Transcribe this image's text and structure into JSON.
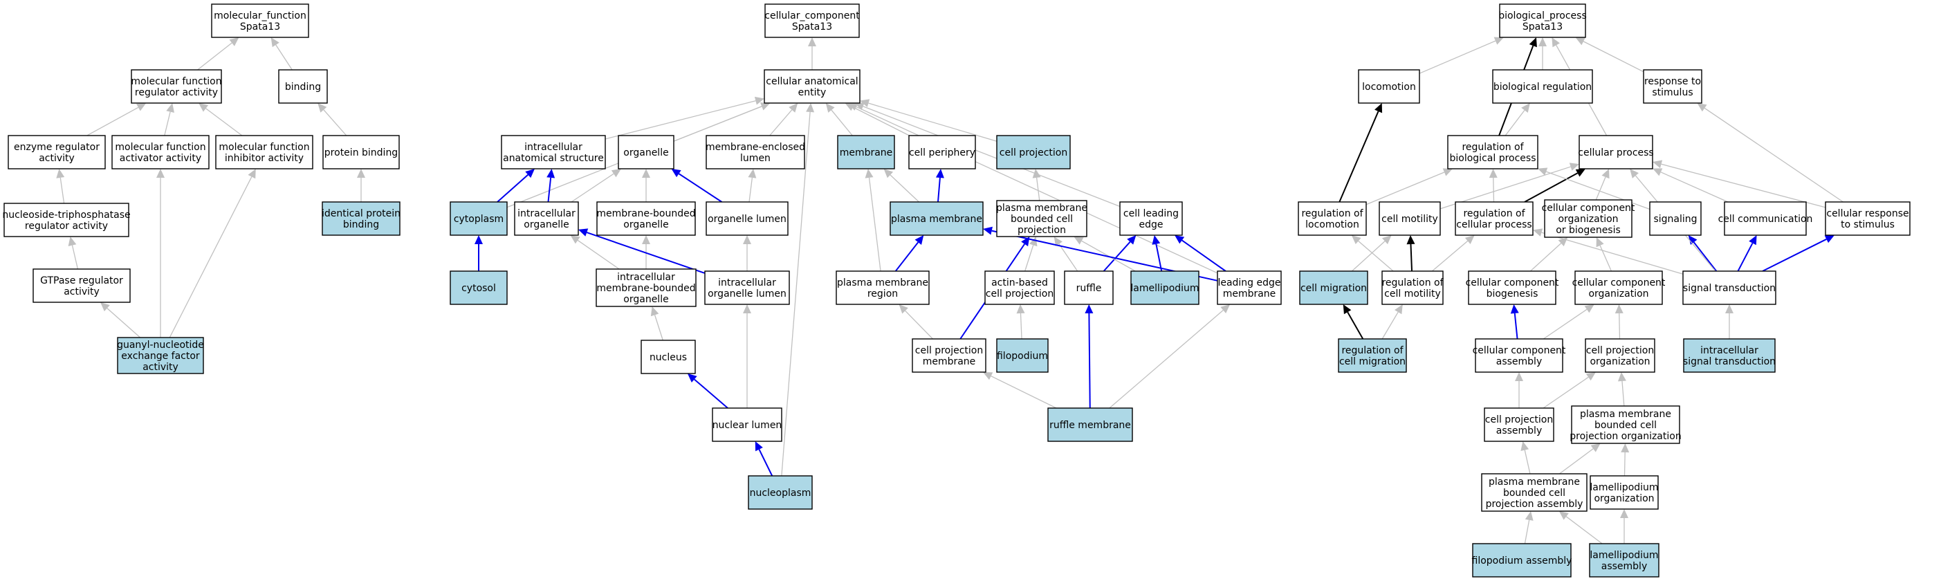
{
  "colors": {
    "annotated": "#add8e6",
    "plain": "#ffffff",
    "edge_gray": "#c0c0c0",
    "edge_blue": "#0000ee",
    "edge_black": "#000000"
  },
  "nodes": {
    "mf_root": {
      "lines": [
        "molecular_function",
        "Spata13"
      ],
      "annotated": false
    },
    "mf_mfra": {
      "lines": [
        "molecular function",
        "regulator activity"
      ],
      "annotated": false
    },
    "mf_binding": {
      "lines": [
        "binding"
      ],
      "annotated": false
    },
    "mf_enzreg": {
      "lines": [
        "enzyme regulator",
        "activity"
      ],
      "annotated": false
    },
    "mf_activator": {
      "lines": [
        "molecular function",
        "activator activity"
      ],
      "annotated": false
    },
    "mf_inhibitor": {
      "lines": [
        "molecular function",
        "inhibitor activity"
      ],
      "annotated": false
    },
    "mf_protbind": {
      "lines": [
        "protein binding"
      ],
      "annotated": false
    },
    "mf_ntpreg": {
      "lines": [
        "nucleoside-triphosphatase",
        "regulator activity"
      ],
      "annotated": false
    },
    "mf_identical": {
      "lines": [
        "identical protein",
        "binding"
      ],
      "annotated": true
    },
    "mf_gtpase": {
      "lines": [
        "GTPase regulator",
        "activity"
      ],
      "annotated": false
    },
    "mf_gef": {
      "lines": [
        "guanyl-nucleotide",
        "exchange factor",
        "activity"
      ],
      "annotated": true
    },
    "cc_root": {
      "lines": [
        "cellular_component",
        "Spata13"
      ],
      "annotated": false
    },
    "cc_cae": {
      "lines": [
        "cellular anatomical",
        "entity"
      ],
      "annotated": false
    },
    "cc_ias": {
      "lines": [
        "intracellular",
        "anatomical structure"
      ],
      "annotated": false
    },
    "cc_organelle": {
      "lines": [
        "organelle"
      ],
      "annotated": false
    },
    "cc_mel": {
      "lines": [
        "membrane-enclosed",
        "lumen"
      ],
      "annotated": false
    },
    "cc_membrane": {
      "lines": [
        "membrane"
      ],
      "annotated": true
    },
    "cc_periph": {
      "lines": [
        "cell periphery"
      ],
      "annotated": false
    },
    "cc_cellproj": {
      "lines": [
        "cell projection"
      ],
      "annotated": true
    },
    "cc_cytoplasm": {
      "lines": [
        "cytoplasm"
      ],
      "annotated": true
    },
    "cc_intorg": {
      "lines": [
        "intracellular",
        "organelle"
      ],
      "annotated": false
    },
    "cc_mbo": {
      "lines": [
        "membrane-bounded",
        "organelle"
      ],
      "annotated": false
    },
    "cc_orglumen": {
      "lines": [
        "organelle lumen"
      ],
      "annotated": false
    },
    "cc_pm": {
      "lines": [
        "plasma membrane"
      ],
      "annotated": true
    },
    "cc_pmbcp": {
      "lines": [
        "plasma membrane",
        "bounded cell",
        "projection"
      ],
      "annotated": false
    },
    "cc_leadedge": {
      "lines": [
        "cell leading",
        "edge"
      ],
      "annotated": false
    },
    "cc_cytosol": {
      "lines": [
        "cytosol"
      ],
      "annotated": true
    },
    "cc_imbo": {
      "lines": [
        "intracellular",
        "membrane-bounded",
        "organelle"
      ],
      "annotated": false
    },
    "cc_iol": {
      "lines": [
        "intracellular",
        "organelle lumen"
      ],
      "annotated": false
    },
    "cc_pmregion": {
      "lines": [
        "plasma membrane",
        "region"
      ],
      "annotated": false
    },
    "cc_actin": {
      "lines": [
        "actin-based",
        "cell projection"
      ],
      "annotated": false
    },
    "cc_ruffle": {
      "lines": [
        "ruffle"
      ],
      "annotated": false
    },
    "cc_lamelli": {
      "lines": [
        "lamellipodium"
      ],
      "annotated": true
    },
    "cc_lem": {
      "lines": [
        "leading edge",
        "membrane"
      ],
      "annotated": false
    },
    "cc_nucleus": {
      "lines": [
        "nucleus"
      ],
      "annotated": false
    },
    "cc_cpm": {
      "lines": [
        "cell projection",
        "membrane"
      ],
      "annotated": false
    },
    "cc_filo": {
      "lines": [
        "filopodium"
      ],
      "annotated": true
    },
    "cc_nuclumen": {
      "lines": [
        "nuclear lumen"
      ],
      "annotated": false
    },
    "cc_rufflemem": {
      "lines": [
        "ruffle membrane"
      ],
      "annotated": true
    },
    "cc_nucleoplasm": {
      "lines": [
        "nucleoplasm"
      ],
      "annotated": true
    },
    "bp_root": {
      "lines": [
        "biological_process",
        "Spata13"
      ],
      "annotated": false
    },
    "bp_locomotion": {
      "lines": [
        "locomotion"
      ],
      "annotated": false
    },
    "bp_bioreg": {
      "lines": [
        "biological regulation"
      ],
      "annotated": false
    },
    "bp_response": {
      "lines": [
        "response to",
        "stimulus"
      ],
      "annotated": false
    },
    "bp_regbp": {
      "lines": [
        "regulation of",
        "biological process"
      ],
      "annotated": false
    },
    "bp_cellproc": {
      "lines": [
        "cellular process"
      ],
      "annotated": false
    },
    "bp_regloc": {
      "lines": [
        "regulation of",
        "locomotion"
      ],
      "annotated": false
    },
    "bp_motility": {
      "lines": [
        "cell motility"
      ],
      "annotated": false
    },
    "bp_regcp": {
      "lines": [
        "regulation of",
        "cellular process"
      ],
      "annotated": false
    },
    "bp_ccob": {
      "lines": [
        "cellular component",
        "organization",
        "or biogenesis"
      ],
      "annotated": false
    },
    "bp_signaling": {
      "lines": [
        "signaling"
      ],
      "annotated": false
    },
    "bp_cellcomm": {
      "lines": [
        "cell communication"
      ],
      "annotated": false
    },
    "bp_cellresp": {
      "lines": [
        "cellular response",
        "to stimulus"
      ],
      "annotated": false
    },
    "bp_migration": {
      "lines": [
        "cell migration"
      ],
      "annotated": true
    },
    "bp_regmot": {
      "lines": [
        "regulation of",
        "cell motility"
      ],
      "annotated": false
    },
    "bp_ccbiog": {
      "lines": [
        "cellular component",
        "biogenesis"
      ],
      "annotated": false
    },
    "bp_ccorg": {
      "lines": [
        "cellular component",
        "organization"
      ],
      "annotated": false
    },
    "bp_sigtrans": {
      "lines": [
        "signal transduction"
      ],
      "annotated": false
    },
    "bp_regmig": {
      "lines": [
        "regulation of",
        "cell migration"
      ],
      "annotated": true
    },
    "bp_ccasm": {
      "lines": [
        "cellular component",
        "assembly"
      ],
      "annotated": false
    },
    "bp_cpo": {
      "lines": [
        "cell projection",
        "organization"
      ],
      "annotated": false
    },
    "bp_intrasig": {
      "lines": [
        "intracellular",
        "signal transduction"
      ],
      "annotated": true
    },
    "bp_cpa": {
      "lines": [
        "cell projection",
        "assembly"
      ],
      "annotated": false
    },
    "bp_pmbcpo": {
      "lines": [
        "plasma membrane",
        "bounded cell",
        "projection organization"
      ],
      "annotated": false
    },
    "bp_pmbcpa": {
      "lines": [
        "plasma membrane",
        "bounded cell",
        "projection assembly"
      ],
      "annotated": false
    },
    "bp_lamorg": {
      "lines": [
        "lamellipodium",
        "organization"
      ],
      "annotated": false
    },
    "bp_filoasm": {
      "lines": [
        "filopodium assembly"
      ],
      "annotated": true
    },
    "bp_lamasm": {
      "lines": [
        "lamellipodium",
        "assembly"
      ],
      "annotated": true
    }
  },
  "edges": [
    [
      "mf_mfra",
      "mf_root",
      "gray"
    ],
    [
      "mf_binding",
      "mf_root",
      "gray"
    ],
    [
      "mf_enzreg",
      "mf_mfra",
      "gray"
    ],
    [
      "mf_activator",
      "mf_mfra",
      "gray"
    ],
    [
      "mf_inhibitor",
      "mf_mfra",
      "gray"
    ],
    [
      "mf_protbind",
      "mf_binding",
      "gray"
    ],
    [
      "mf_ntpreg",
      "mf_enzreg",
      "gray"
    ],
    [
      "mf_identical",
      "mf_protbind",
      "gray"
    ],
    [
      "mf_gtpase",
      "mf_ntpreg",
      "gray"
    ],
    [
      "mf_gef",
      "mf_gtpase",
      "gray"
    ],
    [
      "mf_gef",
      "mf_activator",
      "gray"
    ],
    [
      "mf_gef",
      "mf_inhibitor",
      "gray"
    ],
    [
      "cc_cae",
      "cc_root",
      "gray"
    ],
    [
      "cc_ias",
      "cc_cae",
      "gray"
    ],
    [
      "cc_organelle",
      "cc_cae",
      "gray"
    ],
    [
      "cc_mel",
      "cc_cae",
      "gray"
    ],
    [
      "cc_membrane",
      "cc_cae",
      "gray"
    ],
    [
      "cc_periph",
      "cc_cae",
      "gray"
    ],
    [
      "cc_cellproj",
      "cc_cae",
      "gray"
    ],
    [
      "cc_cytoplasm",
      "cc_cae",
      "gray"
    ],
    [
      "cc_leadedge",
      "cc_cae",
      "gray"
    ],
    [
      "cc_lem",
      "cc_cae",
      "gray"
    ],
    [
      "cc_nucleoplasm",
      "cc_cae",
      "gray"
    ],
    [
      "cc_cytoplasm",
      "cc_ias",
      "blue"
    ],
    [
      "cc_intorg",
      "cc_ias",
      "blue"
    ],
    [
      "cc_intorg",
      "cc_organelle",
      "gray"
    ],
    [
      "cc_mbo",
      "cc_organelle",
      "gray"
    ],
    [
      "cc_orglumen",
      "cc_organelle",
      "blue"
    ],
    [
      "cc_orglumen",
      "cc_mel",
      "gray"
    ],
    [
      "cc_cytosol",
      "cc_cytoplasm",
      "blue"
    ],
    [
      "cc_imbo",
      "cc_intorg",
      "gray"
    ],
    [
      "cc_imbo",
      "cc_mbo",
      "gray"
    ],
    [
      "cc_iol",
      "cc_intorg",
      "blue"
    ],
    [
      "cc_iol",
      "cc_orglumen",
      "gray"
    ],
    [
      "cc_nucleus",
      "cc_imbo",
      "gray"
    ],
    [
      "cc_nuclumen",
      "cc_nucleus",
      "blue"
    ],
    [
      "cc_nuclumen",
      "cc_iol",
      "gray"
    ],
    [
      "cc_nucleoplasm",
      "cc_nuclumen",
      "blue"
    ],
    [
      "cc_pm",
      "cc_membrane",
      "gray"
    ],
    [
      "cc_pm",
      "cc_periph",
      "blue"
    ],
    [
      "cc_pmbcp",
      "cc_cellproj",
      "gray"
    ],
    [
      "cc_pmregion",
      "cc_pm",
      "blue"
    ],
    [
      "cc_pmregion",
      "cc_membrane",
      "gray"
    ],
    [
      "cc_actin",
      "cc_pmbcp",
      "gray"
    ],
    [
      "cc_ruffle",
      "cc_pmbcp",
      "gray"
    ],
    [
      "cc_ruffle",
      "cc_leadedge",
      "blue"
    ],
    [
      "cc_lamelli",
      "cc_pmbcp",
      "gray"
    ],
    [
      "cc_lamelli",
      "cc_leadedge",
      "blue"
    ],
    [
      "cc_lem",
      "cc_leadedge",
      "blue"
    ],
    [
      "cc_lem",
      "cc_pm",
      "blue"
    ],
    [
      "cc_cpm",
      "cc_pmregion",
      "gray"
    ],
    [
      "cc_cpm",
      "cc_pmbcp",
      "blue"
    ],
    [
      "cc_filo",
      "cc_actin",
      "gray"
    ],
    [
      "cc_rufflemem",
      "cc_ruffle",
      "blue"
    ],
    [
      "cc_rufflemem",
      "cc_cpm",
      "gray"
    ],
    [
      "cc_rufflemem",
      "cc_lem",
      "gray"
    ],
    [
      "bp_locomotion",
      "bp_root",
      "gray"
    ],
    [
      "bp_bioreg",
      "bp_root",
      "gray"
    ],
    [
      "bp_response",
      "bp_root",
      "gray"
    ],
    [
      "bp_cellproc",
      "bp_root",
      "gray"
    ],
    [
      "bp_regbp",
      "bp_bioreg",
      "gray"
    ],
    [
      "bp_regbp",
      "bp_root",
      "black"
    ],
    [
      "bp_regloc",
      "bp_locomotion",
      "black"
    ],
    [
      "bp_regloc",
      "bp_regbp",
      "gray"
    ],
    [
      "bp_motility",
      "bp_cellproc",
      "gray"
    ],
    [
      "bp_regcp",
      "bp_regbp",
      "gray"
    ],
    [
      "bp_regcp",
      "bp_cellproc",
      "black"
    ],
    [
      "bp_ccob",
      "bp_cellproc",
      "gray"
    ],
    [
      "bp_signaling",
      "bp_regbp",
      "gray"
    ],
    [
      "bp_cellcomm",
      "bp_cellproc",
      "gray"
    ],
    [
      "bp_cellresp",
      "bp_response",
      "gray"
    ],
    [
      "bp_cellresp",
      "bp_cellproc",
      "gray"
    ],
    [
      "bp_migration",
      "bp_motility",
      "gray"
    ],
    [
      "bp_regmot",
      "bp_motility",
      "black"
    ],
    [
      "bp_regmot",
      "bp_regloc",
      "gray"
    ],
    [
      "bp_regmot",
      "bp_regcp",
      "gray"
    ],
    [
      "bp_ccbiog",
      "bp_ccob",
      "gray"
    ],
    [
      "bp_ccorg",
      "bp_ccob",
      "gray"
    ],
    [
      "bp_sigtrans",
      "bp_signaling",
      "blue"
    ],
    [
      "bp_sigtrans",
      "bp_cellcomm",
      "blue"
    ],
    [
      "bp_sigtrans",
      "bp_cellresp",
      "blue"
    ],
    [
      "bp_sigtrans",
      "bp_regcp",
      "gray"
    ],
    [
      "bp_sigtrans",
      "bp_cellproc",
      "gray"
    ],
    [
      "bp_regmig",
      "bp_migration",
      "black"
    ],
    [
      "bp_regmig",
      "bp_regmot",
      "gray"
    ],
    [
      "bp_ccasm",
      "bp_ccbiog",
      "blue"
    ],
    [
      "bp_ccasm",
      "bp_ccorg",
      "gray"
    ],
    [
      "bp_cpo",
      "bp_ccorg",
      "gray"
    ],
    [
      "bp_intrasig",
      "bp_sigtrans",
      "gray"
    ],
    [
      "bp_cpa",
      "bp_ccasm",
      "gray"
    ],
    [
      "bp_cpa",
      "bp_cpo",
      "gray"
    ],
    [
      "bp_pmbcpo",
      "bp_cpo",
      "gray"
    ],
    [
      "bp_pmbcpa",
      "bp_cpa",
      "gray"
    ],
    [
      "bp_pmbcpa",
      "bp_pmbcpo",
      "gray"
    ],
    [
      "bp_lamorg",
      "bp_pmbcpo",
      "gray"
    ],
    [
      "bp_filoasm",
      "bp_pmbcpa",
      "gray"
    ],
    [
      "bp_lamasm",
      "bp_pmbcpa",
      "gray"
    ],
    [
      "bp_lamasm",
      "bp_lamorg",
      "gray"
    ]
  ]
}
